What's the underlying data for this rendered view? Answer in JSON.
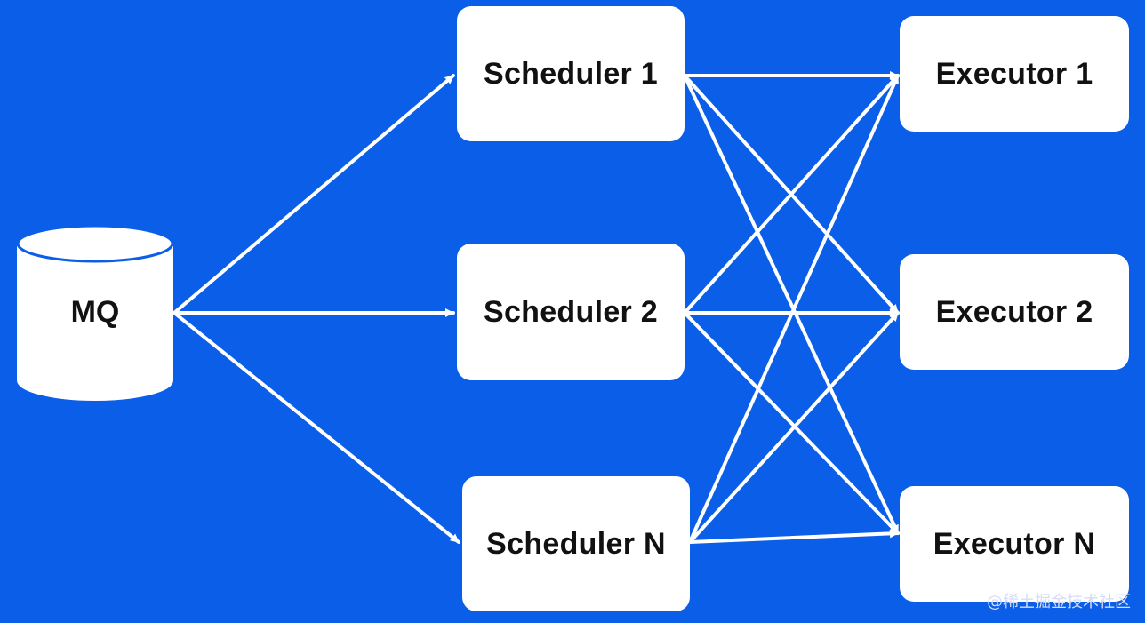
{
  "colors": {
    "background": "#0a5ee8",
    "node_fill": "#ffffff",
    "arrow": "#ffffff",
    "text": "#111111"
  },
  "queue": {
    "label": "MQ"
  },
  "schedulers": [
    {
      "label": "Scheduler 1"
    },
    {
      "label": "Scheduler 2"
    },
    {
      "label": "Scheduler N"
    }
  ],
  "executors": [
    {
      "label": "Executor 1"
    },
    {
      "label": "Executor 2"
    },
    {
      "label": "Executor N"
    }
  ],
  "edges": [
    {
      "from": "MQ",
      "to": "Scheduler 1"
    },
    {
      "from": "MQ",
      "to": "Scheduler 2"
    },
    {
      "from": "MQ",
      "to": "Scheduler N"
    },
    {
      "from": "Scheduler 1",
      "to": "Executor 1"
    },
    {
      "from": "Scheduler 1",
      "to": "Executor 2"
    },
    {
      "from": "Scheduler 1",
      "to": "Executor N"
    },
    {
      "from": "Scheduler 2",
      "to": "Executor 1"
    },
    {
      "from": "Scheduler 2",
      "to": "Executor 2"
    },
    {
      "from": "Scheduler 2",
      "to": "Executor N"
    },
    {
      "from": "Scheduler N",
      "to": "Executor 1"
    },
    {
      "from": "Scheduler N",
      "to": "Executor 2"
    },
    {
      "from": "Scheduler N",
      "to": "Executor N"
    }
  ],
  "watermark": "@稀土掘金技术社区"
}
